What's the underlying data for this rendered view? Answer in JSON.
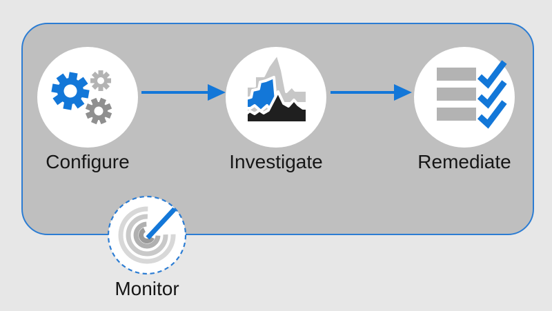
{
  "flow": {
    "steps": [
      {
        "label": "Configure",
        "icon": "gears-icon"
      },
      {
        "label": "Investigate",
        "icon": "area-chart-icon"
      },
      {
        "label": "Remediate",
        "icon": "checklist-icon"
      }
    ],
    "connectors": [
      {
        "from": "Configure",
        "to": "Investigate",
        "type": "arrow-right"
      },
      {
        "from": "Investigate",
        "to": "Remediate",
        "type": "arrow-right"
      }
    ],
    "monitor": {
      "label": "Monitor",
      "icon": "radar-gauge-icon",
      "border_style": "dashed"
    }
  },
  "colors": {
    "page_bg": "#e7e7e7",
    "panel_fill": "#bfbfbf",
    "panel_border": "#2b7cd3",
    "accent_blue": "#1377d8",
    "icon_black": "#1f1f1f",
    "icon_gray_light": "#c7c7c7",
    "icon_gray_mid": "#b3b3b3",
    "icon_gray_dark": "#8f8f8f",
    "label_text": "#161616"
  }
}
